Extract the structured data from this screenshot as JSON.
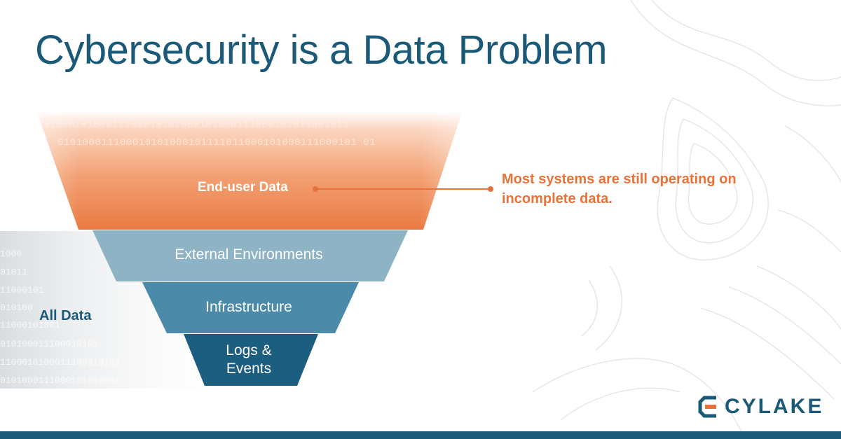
{
  "title": "Cybersecurity is a Data Problem",
  "funnel": {
    "layers": [
      {
        "label": "End-user Data",
        "color": "#ea7a43"
      },
      {
        "label": "External Environments",
        "color": "#8db3c5"
      },
      {
        "label": "Infrastructure",
        "color": "#4b8aa8"
      },
      {
        "label": "Logs &",
        "label2": "Events",
        "color": "#1c5e80"
      }
    ],
    "binary_top_1": "1100010100011100010101000101000111000101010001011",
    "binary_top_2": "010100011100010101000101111011000101000111000101 01",
    "binary_left": [
      "1000",
      "01011",
      "11000101",
      "010100",
      "11000101001",
      "010100011100010101",
      "1100010100011100010101",
      "0101000111000101010001"
    ]
  },
  "side_label": "All Data",
  "callout": {
    "text": "Most systems are still operating on incomplete data.",
    "color": "#e8733a"
  },
  "logo": {
    "text": "CYLAKE",
    "brand_color": "#1a5a78",
    "accent_color": "#e8733a"
  }
}
